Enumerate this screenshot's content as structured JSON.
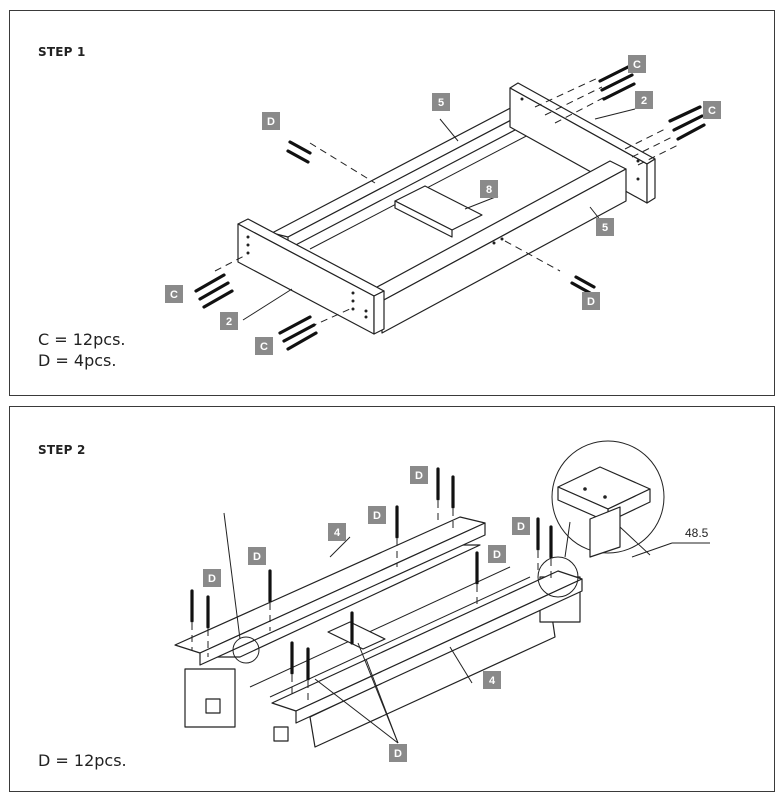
{
  "step1": {
    "title": "STEP 1",
    "qty_c": "C = 12pcs.",
    "qty_d": "D = 4pcs.",
    "labels": {
      "c_top_right": "C",
      "c_right": "C",
      "c_left": "C",
      "c_bottom": "C",
      "d_top_left": "D",
      "d_bottom_right": "D",
      "part_5_top": "5",
      "part_5_right": "5",
      "part_2_top": "2",
      "part_2_left": "2",
      "part_8": "8"
    }
  },
  "step2": {
    "title": "STEP 2",
    "qty_d": "D = 12pcs.",
    "dimension": "48.5",
    "labels": {
      "d_1": "D",
      "d_2": "D",
      "d_3": "D",
      "d_4": "D",
      "d_5": "D",
      "d_6": "D",
      "d_bottom": "D",
      "part_4_top": "4",
      "part_4_bottom": "4"
    }
  },
  "colors": {
    "label_fill": "#8a8a8a",
    "label_text": "#ffffff",
    "line": "#222222"
  }
}
